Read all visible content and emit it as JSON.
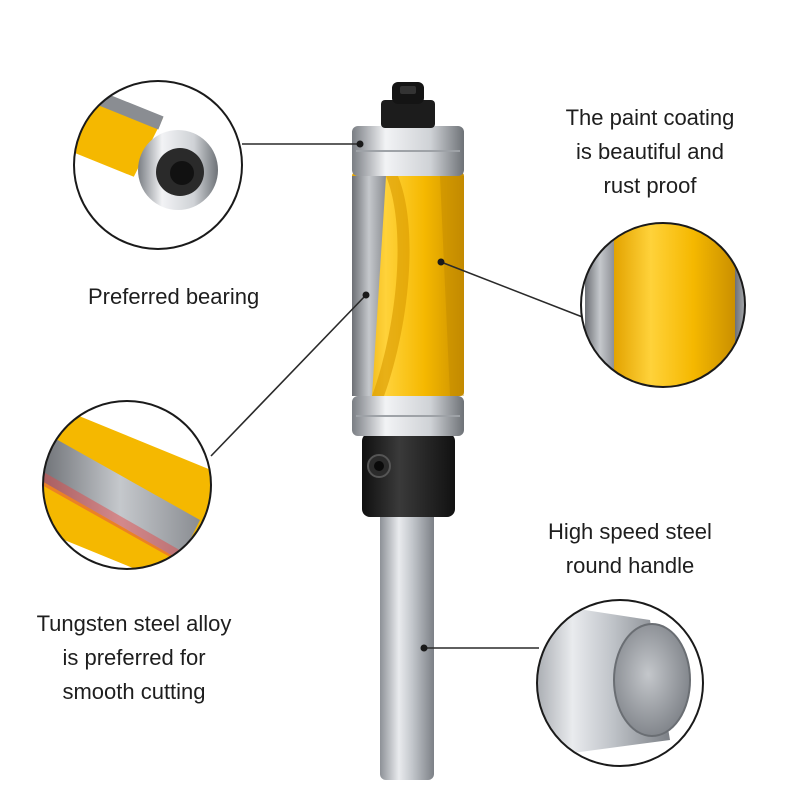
{
  "callouts": {
    "paint": {
      "lines": [
        "The paint coating",
        "is beautiful and",
        "rust proof"
      ]
    },
    "bearing": {
      "lines": [
        "Preferred bearing"
      ]
    },
    "steel": {
      "lines": [
        "High speed steel",
        "round handle"
      ]
    },
    "tungsten": {
      "lines": [
        "Tungsten steel alloy",
        "is preferred for",
        "smooth cutting"
      ]
    }
  },
  "colors": {
    "yellow": "#f5b800",
    "steel": "#b8bcc2",
    "black": "#1a1a1a"
  }
}
